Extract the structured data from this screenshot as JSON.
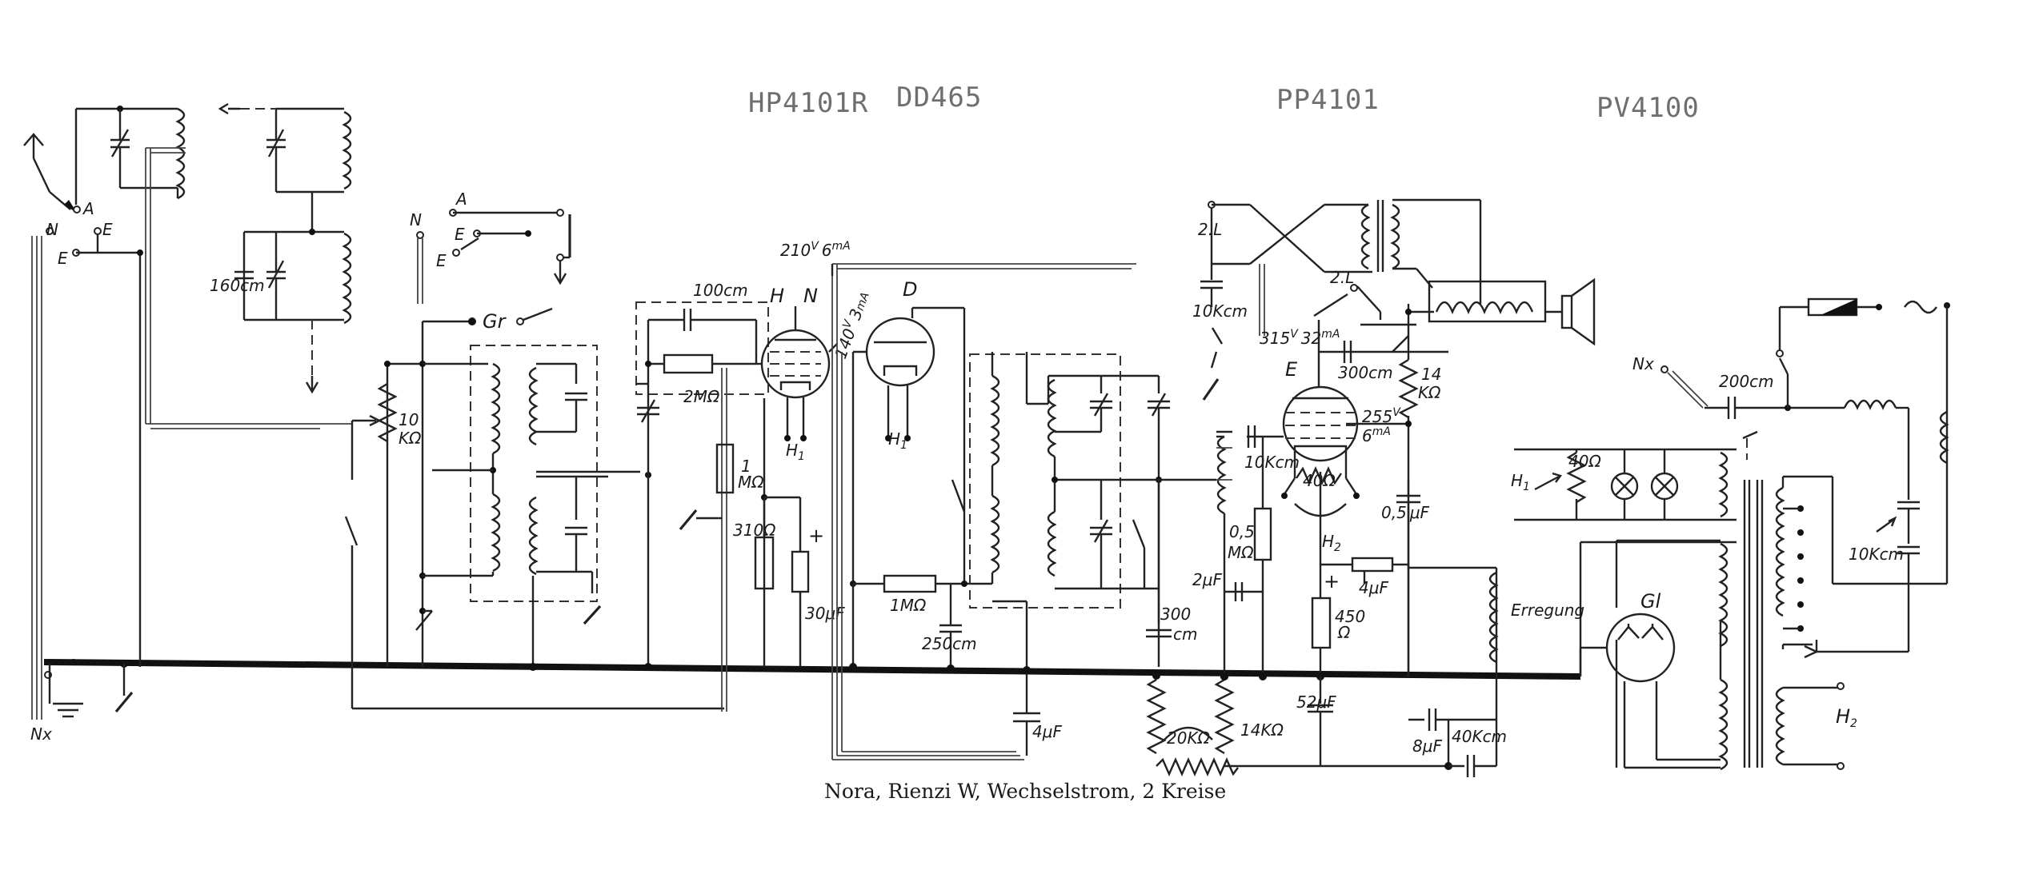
{
  "tubes": {
    "t1": "HP4101R",
    "t2": "DD465",
    "t3": "PP4101",
    "t4": "PV4100"
  },
  "caption": "Nora, Rienzi  W, Wechselstrom, 2 Kreise",
  "labels": {
    "ant_a": "A",
    "ant_n": "N",
    "ant_e": "E",
    "ant_e2": "E",
    "cap160": "160cm",
    "sw_a": "A",
    "sw_n": "N",
    "sw_e": "E",
    "sw_e2": "E",
    "gr": "Gr",
    "pot10k": "10",
    "pot10k_unit": "KΩ",
    "cap100": "100cm",
    "res2m": "2MΩ",
    "v210": "210",
    "v210_unit": "V",
    "ma6": "6",
    "ma6_unit": "mA",
    "tube_h": "H",
    "tube_n": "N",
    "v140": "140",
    "v140_unit": "V",
    "ma3": "3",
    "ma3_unit": "mA",
    "tube_d": "D",
    "h1a": "H",
    "h1a_sub": "1",
    "h1b": "H",
    "h1b_sub": "1",
    "res1m_a": "1",
    "res1m_b": "MΩ",
    "r310": "310Ω",
    "plus1": "+",
    "c30": "30μF",
    "r1m": "1MΩ",
    "c250": "250cm",
    "c4uf": "4μF",
    "c300cm_b": "300",
    "c300cm_b2": "cm",
    "r20k": "20KΩ",
    "r14k_b": "14KΩ",
    "l2l_a": "2.L",
    "l2l_b": "2.L",
    "c10k": "10Kcm",
    "v315": "315",
    "v315_unit": "V",
    "ma32": "32",
    "ma32_unit": "mA",
    "tube_e": "E",
    "c300cm": "300cm",
    "r14k": "14",
    "r14k_unit": "KΩ",
    "v255": "255",
    "v255_unit": "V",
    "ma6b": "6",
    "ma6b_unit": "mA",
    "c10kcm_b": "10Kcm",
    "r40": "40Ω",
    "r05m": "0,5",
    "r05m_unit": "MΩ",
    "h2": "H",
    "h2_sub": "2",
    "c05uf": "0,5",
    "c05uf_unit": "μF",
    "c2uf": "2μF",
    "plus2": "+",
    "c4uf_b": "4μF",
    "r450": "450",
    "r450_unit": "Ω",
    "erregung": "Erregung",
    "c52": "52μF",
    "c8uf": "8μF",
    "c40k": "40Kcm",
    "nx": "Nx",
    "nx2": "Nx",
    "c200": "200cm",
    "h1c": "H",
    "h1c_sub": "1",
    "r40b": "40Ω",
    "gl": "Gl",
    "c10k_b": "10Kcm",
    "h2b": "H",
    "h2b_sub": "2",
    "tilde": "~"
  }
}
